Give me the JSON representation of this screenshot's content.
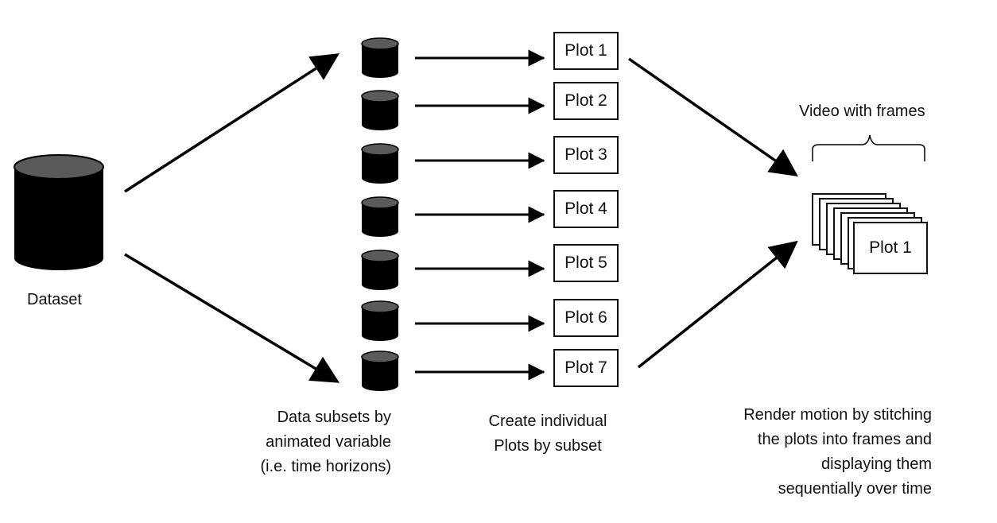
{
  "diagram": {
    "dataset_label": "Dataset",
    "plots": [
      "Plot 1",
      "Plot 2",
      "Plot 3",
      "Plot 4",
      "Plot 5",
      "Plot 6",
      "Plot 7"
    ],
    "video_label": "Video with frames",
    "frame_front_label": "Plot 1",
    "subsets_caption": [
      "Data subsets by",
      "animated variable",
      "(i.e. time horizons)"
    ],
    "plots_caption": [
      "Create individual",
      "Plots by subset"
    ],
    "render_caption": [
      "Render motion by stitching",
      "the plots into frames and",
      "displaying them",
      "sequentially over time"
    ]
  }
}
